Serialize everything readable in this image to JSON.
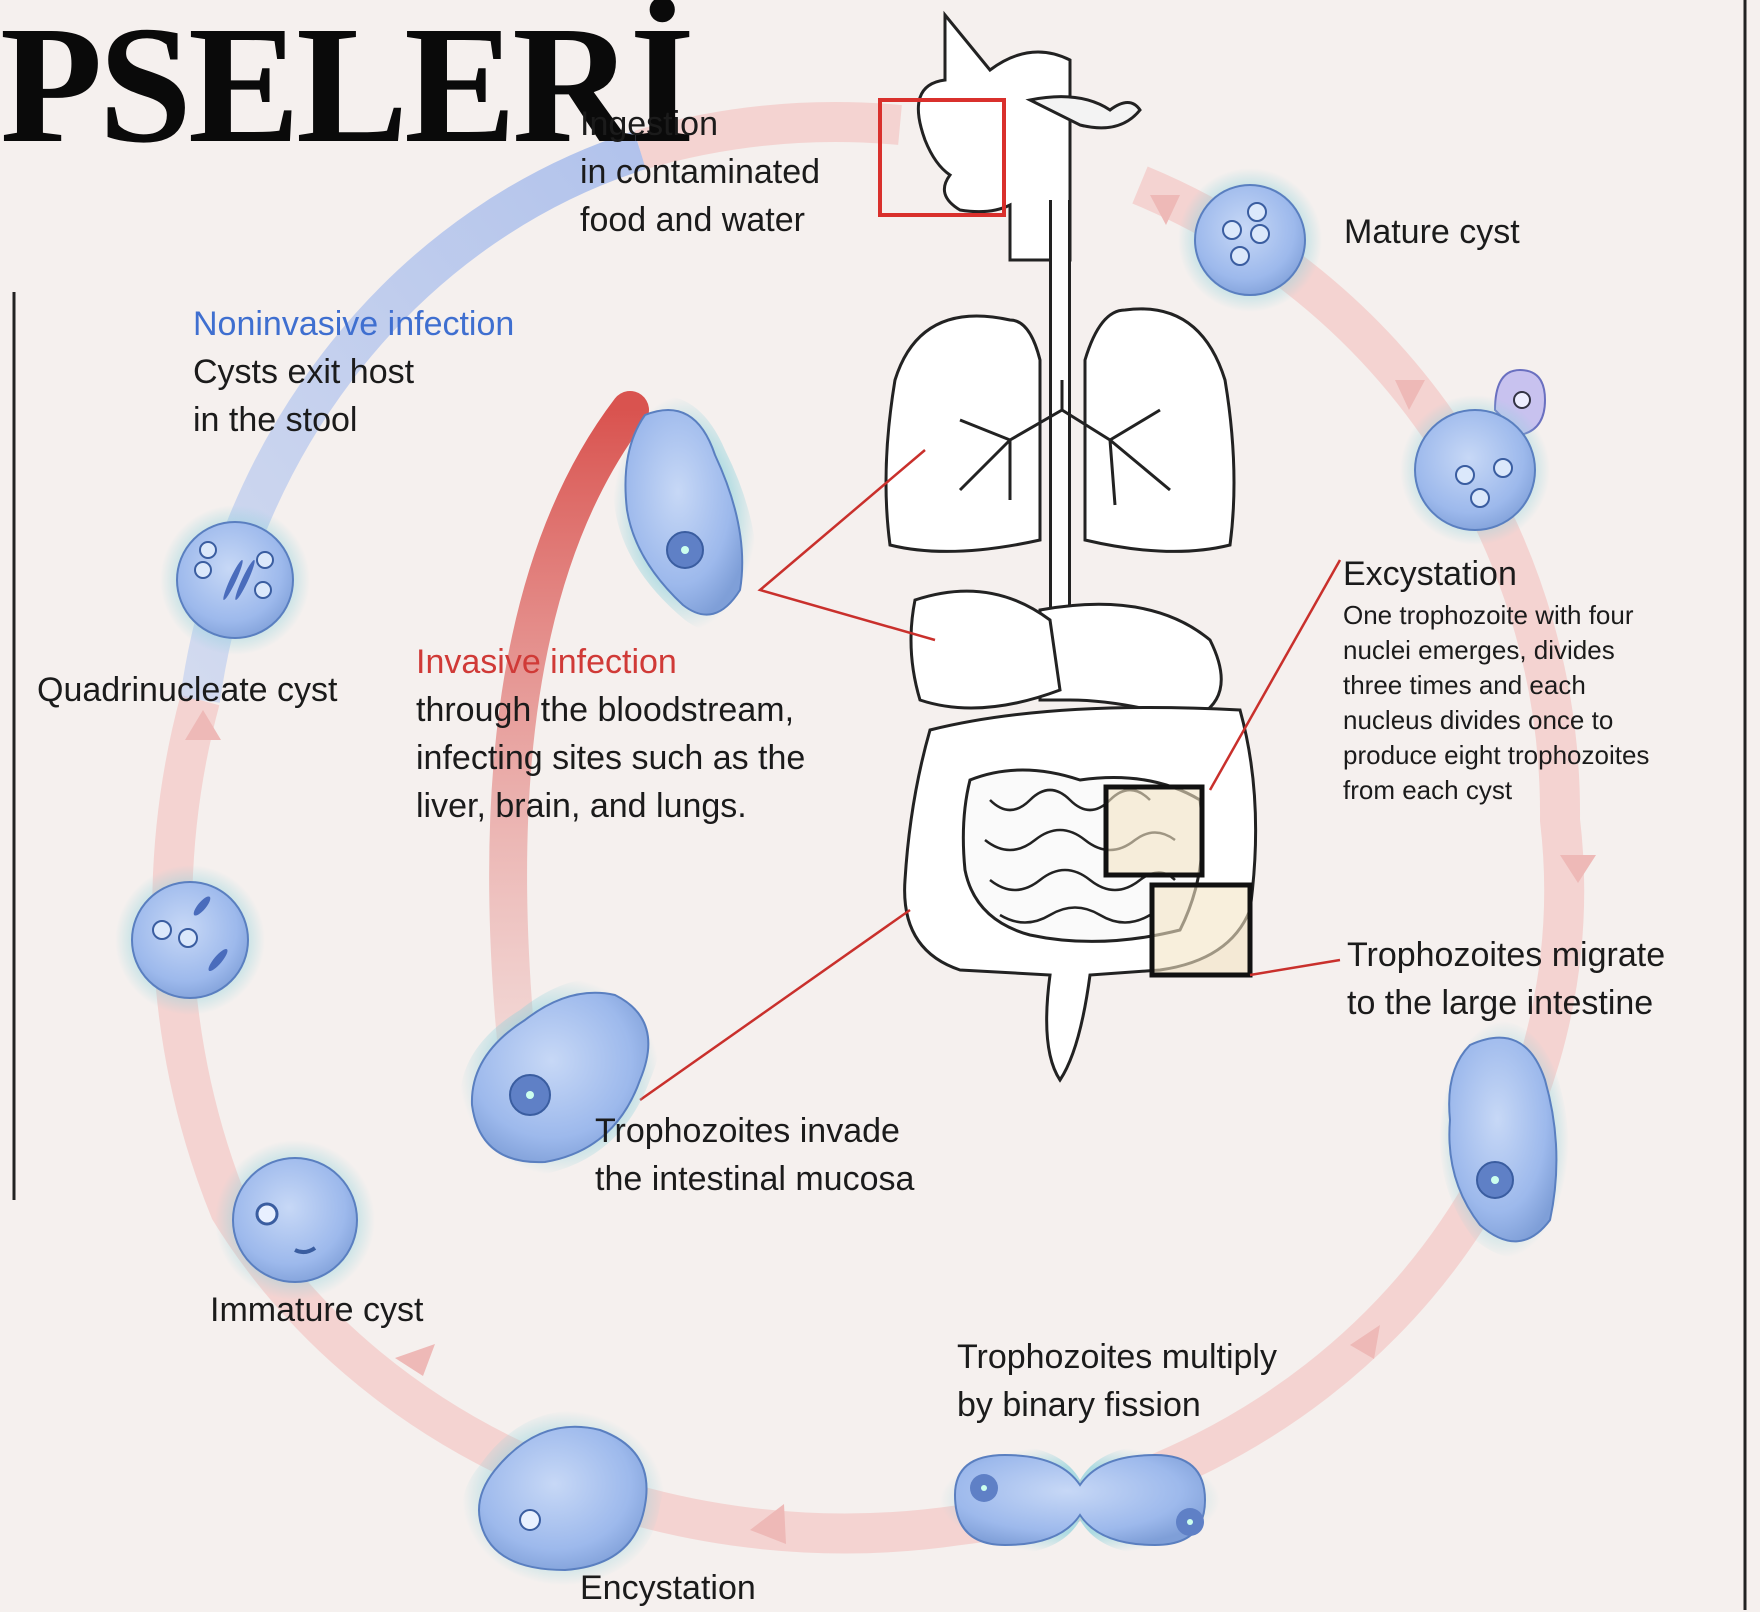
{
  "title": "PSELERİ",
  "labels": {
    "ingestion": [
      "Ingestion",
      "in contaminated",
      "food and water"
    ],
    "mature_cyst": "Mature cyst",
    "noninvasive_title": "Noninvasive infection",
    "noninvasive_text": [
      "Cysts exit host",
      "in the stool"
    ],
    "excystation_title": "Excystation",
    "excystation_text": [
      "One trophozoite with four",
      "nuclei emerges, divides",
      "three times and each",
      "nucleus divides once to",
      "produce eight trophozoites",
      "from each cyst"
    ],
    "quadrinucleate": "Quadrinucleate cyst",
    "invasive_title": "Invasive infection",
    "invasive_text": [
      "through the bloodstream,",
      "infecting sites such as the",
      "liver, brain, and lungs."
    ],
    "migrate": [
      "Trophozoites  migrate",
      "to the large intestine"
    ],
    "invade": [
      "Trophozoites invade",
      "the intestinal mucosa"
    ],
    "immature": "Immature cyst",
    "multiply": [
      "Trophozoites multiply",
      "by binary fission"
    ],
    "encystation": "Encystation"
  },
  "colors": {
    "background": "#f5f0ee",
    "cycle_ring": "#f3c9c7",
    "noninvasive_arc": "#9fb8ec",
    "invasive_arc": "#d8605c",
    "cell_fill": "#a9c3ee",
    "cell_glow": "#8fd2dc",
    "highlight_box_red": "#d9302c",
    "highlight_box_black": "#111111",
    "blue_text": "#3f6fd0",
    "red_text": "#d03a37"
  }
}
